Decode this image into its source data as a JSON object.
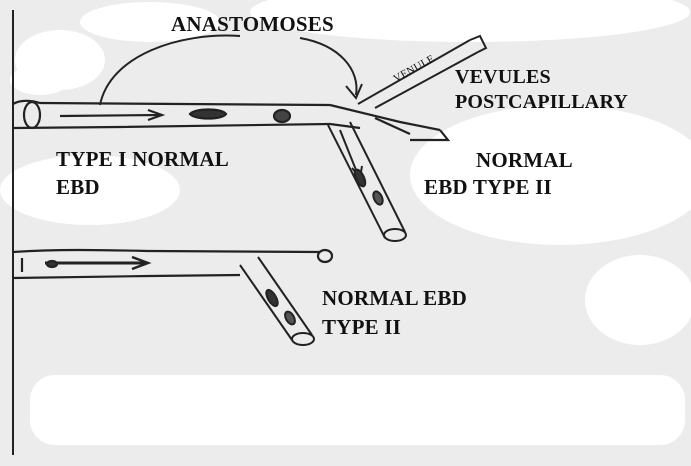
{
  "figure": {
    "background_color": "#ececec",
    "ink_color": "#222222",
    "highlight_color": "#ffffff"
  },
  "labels": {
    "anastomoses": "ANASTOMOSES",
    "venule_on_vessel": "VENULE",
    "vevules_line1": "VEVULES",
    "vevules_line2": "POSTCAPILLARY",
    "type1_line1": "TYPE I NORMAL",
    "type1_line2": "EBD",
    "type2_upper_line1": "NORMAL",
    "type2_upper_line2": "EBD TYPE II",
    "type2_lower_line1": "NORMAL EBD",
    "type2_lower_line2": "TYPE II"
  }
}
